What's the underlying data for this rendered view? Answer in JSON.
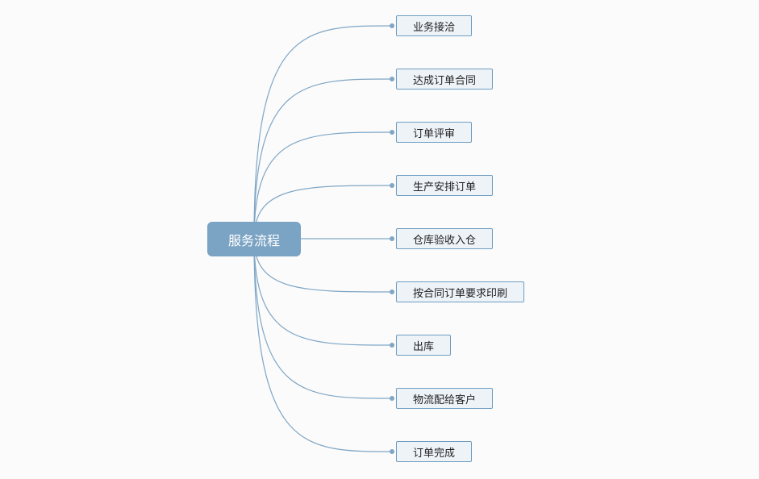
{
  "diagram": {
    "type": "mind-map",
    "colors": {
      "background": "#fbfbfb",
      "root_fill": "#7ba3c4",
      "root_text": "#ffffff",
      "node_fill": "#eef3f8",
      "node_border": "#6e9ec3",
      "connector": "#7fa6c5"
    },
    "root": {
      "label": "服务流程"
    },
    "children": [
      {
        "label": "业务接洽"
      },
      {
        "label": "达成订单合同"
      },
      {
        "label": "订单评审"
      },
      {
        "label": "生产安排订单"
      },
      {
        "label": "仓库验收入仓"
      },
      {
        "label": "按合同订单要求印刷"
      },
      {
        "label": "出库"
      },
      {
        "label": "物流配给客户"
      },
      {
        "label": "订单完成"
      }
    ]
  }
}
